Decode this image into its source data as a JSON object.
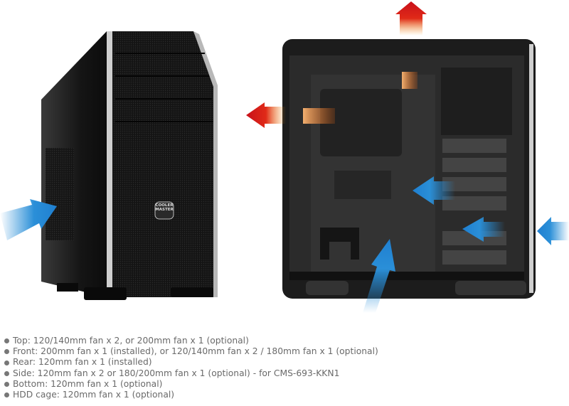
{
  "product": {
    "logo_text": "COOLER MASTER"
  },
  "fan_specs": [
    "Top: 120/140mm fan x 2, or 200mm fan x 1 (optional)",
    "Front: 200mm fan x 1 (installed), or 120/140mm fan x 2 / 180mm fan x 1 (optional)",
    "Rear: 120mm fan x 1 (installed)",
    "Side: 120mm fan x 2 or 180/200mm fan x 1 (optional) - for CMS-693-KKN1",
    "Bottom: 120mm fan x 1 (optional)",
    "HDD cage: 120mm fan x 1 (optional)"
  ],
  "colors": {
    "intake": "#2a8fd8",
    "exhaust": "#d8141c",
    "case": "#1a1a1a",
    "text": "#6a6a6a"
  }
}
